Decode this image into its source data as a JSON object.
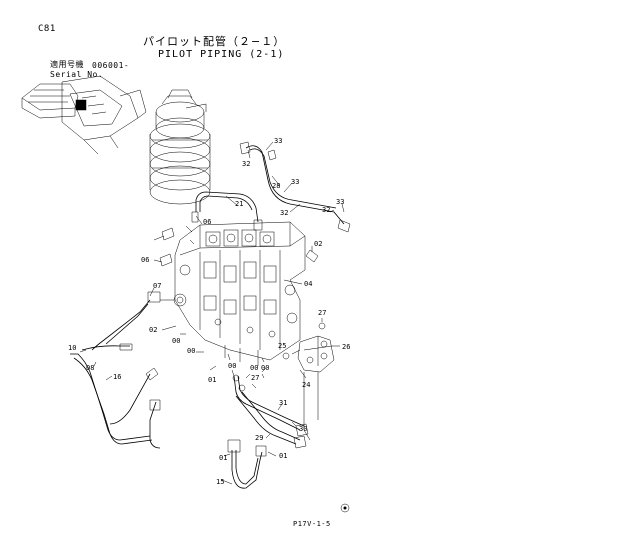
{
  "header": {
    "page_code": "C81",
    "title_jp": "パイロット配管（２−１）",
    "title_en": "PILOT PIPING (2-1)",
    "serial_label_jp": "適用号機",
    "serial_value": "006001-",
    "serial_label_en": "Serial No."
  },
  "footer": {
    "page_ref": "P17V-1-5"
  },
  "callouts": {
    "c33a": "33",
    "c32a": "32",
    "c28": "28",
    "c33b": "33",
    "c32b": "32",
    "c32c": "32",
    "c33c": "33",
    "c21": "21",
    "c06a": "06",
    "c06b": "06",
    "c02a": "02",
    "c04": "04",
    "c07": "07",
    "c02b": "02",
    "c00a": "00",
    "c00b": "00",
    "c00c": "00",
    "c00d": "00",
    "c27a": "27",
    "c26": "26",
    "c25": "25",
    "c24": "24",
    "c10": "10",
    "c08": "08",
    "c16": "16",
    "c01a": "01",
    "c00e": "00",
    "c27b": "27",
    "c31": "31",
    "c30": "30",
    "c29": "29",
    "c01b": "01",
    "c01c": "01",
    "c15": "15"
  }
}
